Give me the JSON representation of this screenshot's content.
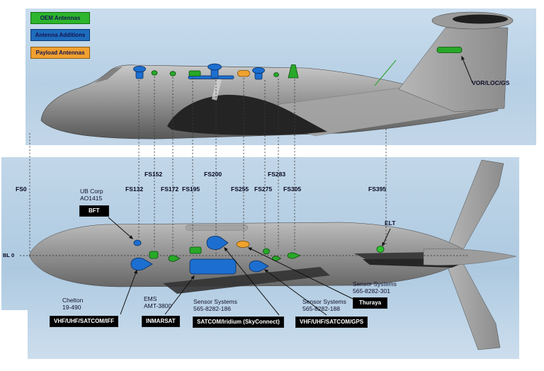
{
  "legend": {
    "items": [
      {
        "label": "OEM Antennas",
        "color": "#2db52d"
      },
      {
        "label": "Antenna Additions",
        "color": "#1e6cbd"
      },
      {
        "label": "Payload Antennas",
        "color": "#f0a030"
      }
    ]
  },
  "side_view": {
    "vor_loc_gs_label": "VOR/LOC/GS"
  },
  "plan_view": {
    "bl_label": "BL 0",
    "elt_label": "ELT"
  },
  "stations": {
    "labels": [
      "FS0",
      "FS132",
      "FS152",
      "FS172",
      "FS195",
      "FS200",
      "FS255",
      "FS275",
      "FS283",
      "FS305",
      "FS395"
    ]
  },
  "callouts": {
    "bft": {
      "line1": "UB Corp",
      "line2": "AO1415",
      "box": "BFT"
    },
    "chelton": {
      "line1": "Chelton",
      "line2": "19-490",
      "box": "VHF/UHF/SATCOM/IFF"
    },
    "ems": {
      "line1": "EMS",
      "line2": "AMT-3800",
      "box": "INMARSAT"
    },
    "sensor_186": {
      "line1": "Sensor Systems",
      "line2": "565-8282-186",
      "box": "SATCOM/Iridium (SkyConnect)"
    },
    "sensor_188": {
      "line1": "Sensor Systems",
      "line2": "565-8282-188",
      "box": "VHF/UHF/SATCOM/GPS"
    },
    "sensor_301": {
      "line1": "Sensor Systems",
      "line2": "565-8282-301",
      "box": "Thuraya"
    }
  }
}
